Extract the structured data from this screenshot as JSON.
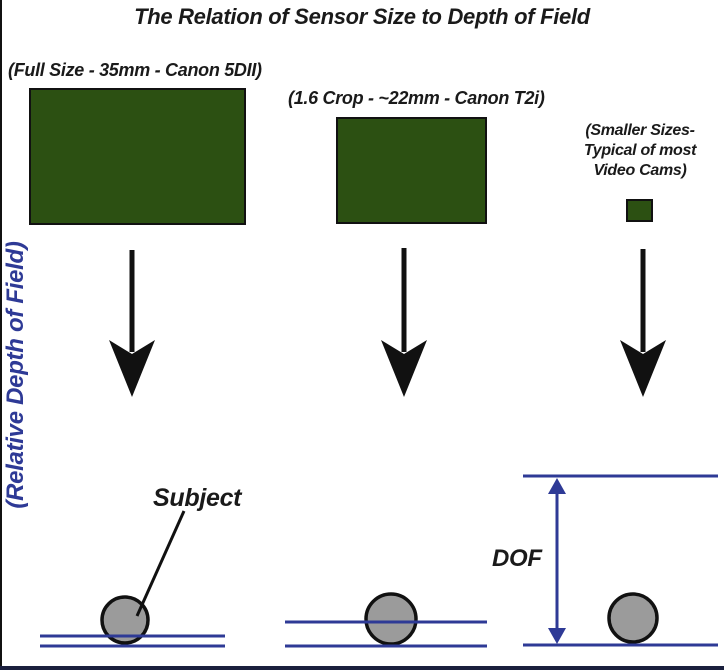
{
  "diagram": {
    "title": "The Relation of Sensor Size to Depth of Field",
    "y_axis_label": "(Relative Depth of Field)",
    "subject_label": "Subject",
    "dof_label": "DOF",
    "sensors": [
      {
        "label": "(Full Size - 35mm - Canon 5DII)"
      },
      {
        "label": "(1.6 Crop - ~22mm - Canon T2i)"
      },
      {
        "lines": [
          "(Smaller Sizes-",
          "Typical of most",
          "Video Cams)"
        ]
      }
    ]
  },
  "colors": {
    "sensor-green": "#2c5012",
    "dof-navy": "#2e3a96",
    "subject-gray": "#9b9b9b",
    "outline-black": "#111111",
    "frame-border": "#1a1f3d"
  }
}
